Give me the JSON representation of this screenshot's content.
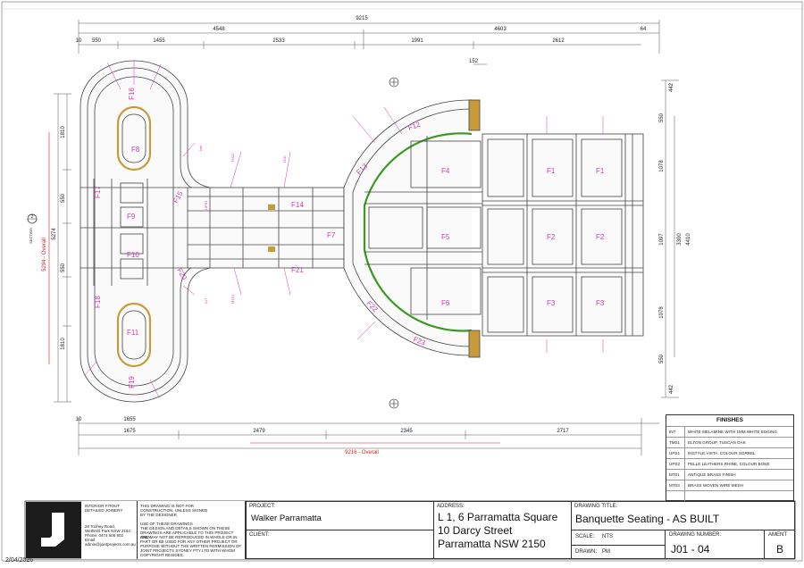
{
  "dimensions": {
    "top": [
      "9215",
      "4548",
      "4603",
      "64",
      "10",
      "550",
      "1455",
      "2533",
      "1991",
      "2612",
      "152"
    ],
    "bottom": [
      "1675",
      "2479",
      "2345",
      "2717",
      "10",
      "1655",
      "9216 - Overall"
    ],
    "left": [
      "1810",
      "550",
      "550",
      "1810",
      "5274",
      "5294 - Overall"
    ],
    "right": [
      "442",
      "550",
      "1078",
      "1097",
      "1078",
      "550",
      "442",
      "3300",
      "4410"
    ]
  },
  "seats": {
    "left_pod": [
      "F16",
      "F8",
      "F17",
      "F9",
      "F10",
      "F18",
      "F11",
      "F19"
    ],
    "centre": [
      "F15",
      "F14",
      "F7",
      "F20",
      "F21"
    ],
    "dome": [
      "F13",
      "F12",
      "F4",
      "F5",
      "F6",
      "F22",
      "F23"
    ],
    "right": [
      "F1",
      "F2",
      "F3"
    ]
  },
  "side_labels": [
    "Join",
    "UPS1",
    "TM01",
    "INT",
    "MT01",
    "LED"
  ],
  "section_marker": {
    "number": "2",
    "label": "SECTION"
  },
  "finishes": {
    "title": "FINISHES",
    "items": [
      {
        "code": "INT",
        "desc": "WHITE MELAMINE WITH 1MM WHITE EDGING"
      },
      {
        "code": "TM01",
        "desc": "ELTON GROUP, TUSCAN OAK"
      },
      {
        "code": "UPS1",
        "desc": "INSTYLE,VISTA, COLOUR SORREL"
      },
      {
        "code": "UPS2",
        "desc": "PELLE LEATHERS,RHINE, COLOUR BONE"
      },
      {
        "code": "MT01",
        "desc": "ANTIQUE BRASS FINISH"
      },
      {
        "code": "MT03",
        "desc": "BRASS WOVEN WIRE MESH"
      }
    ]
  },
  "title_block": {
    "company": {
      "lines": [
        "INTERIOR FITOUT",
        "DETAILED JOINERY"
      ],
      "address": [
        "28 Toohey Road,",
        "Wetherill Park NSW 2164",
        "Phone: 0474 606 902",
        "Email:",
        "admin@jointprojects.com.au"
      ]
    },
    "notes": [
      "THIS DRAWING IS NOT FOR",
      "CONSTRUCTION, UNLESS SIGNED",
      "BY THE DESIGNER.",
      "",
      "USE OF THESE DRAWINGS",
      "THE DESIGN AND DETAILS SHOWN ON THESE",
      "DRAWINGS ARE APPLICABLE TO THIS PROJECT ONLY",
      "AND MAY NOT BE REPRODUCED IN WHOLE OR IN",
      "PART OR BE USED FOR ANY OTHER PROJECT OR",
      "PURPOSE WITHOUT THE WRITTEN PERMISSION OF",
      "JOINT PROJECTS SYDNEY PTY LTD WITH WHOM",
      "COPYRIGHT RESIDES."
    ],
    "project_label": "PROJECT:",
    "project": "Walker Parramatta",
    "client_label": "CLIENT:",
    "address_label": "ADDRESS:",
    "address": [
      "L 1, 6 Parramatta Square",
      "10 Darcy Street",
      "Parramatta NSW 2150"
    ],
    "drawing_title_label": "DRAWING TITLE:",
    "drawing_title": "Banquette Seating - AS BUILT",
    "scale_label": "SCALE:",
    "scale": "NTS",
    "drawn_label": "DRAWN:",
    "drawn": "PM",
    "drawing_number_label": "DRAWING NUMBER:",
    "drawing_number": "J01 - 04",
    "amendment_label": "AMENT",
    "amendment": "B",
    "date_stamp": "2/04/2026"
  },
  "colors": {
    "line": "#444444",
    "pink": "#d23cb4",
    "green": "#3a9a1f",
    "brass": "#c99a3a",
    "red": "#d22222"
  }
}
